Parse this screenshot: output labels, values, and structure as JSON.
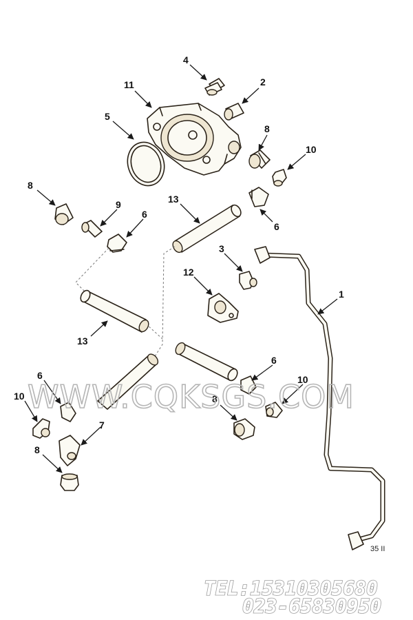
{
  "callouts": {
    "c1": "1",
    "c2": "2",
    "c3": "3",
    "c4": "4",
    "c5": "5",
    "c6a": "6",
    "c6b": "6",
    "c6c": "6",
    "c6d": "6",
    "c7": "7",
    "c8a": "8",
    "c8b": "8",
    "c8c": "8",
    "c8d": "8",
    "c9": "9",
    "c10a": "10",
    "c10b": "10",
    "c10c": "10",
    "c11": "11",
    "c12": "12",
    "c13a": "13",
    "c13b": "13"
  },
  "watermark": "WWW.CQKSGS.COM",
  "contact": {
    "tel": "TEL:15310305680",
    "phone": "023-65830950"
  },
  "drawing_code": "35 II"
}
